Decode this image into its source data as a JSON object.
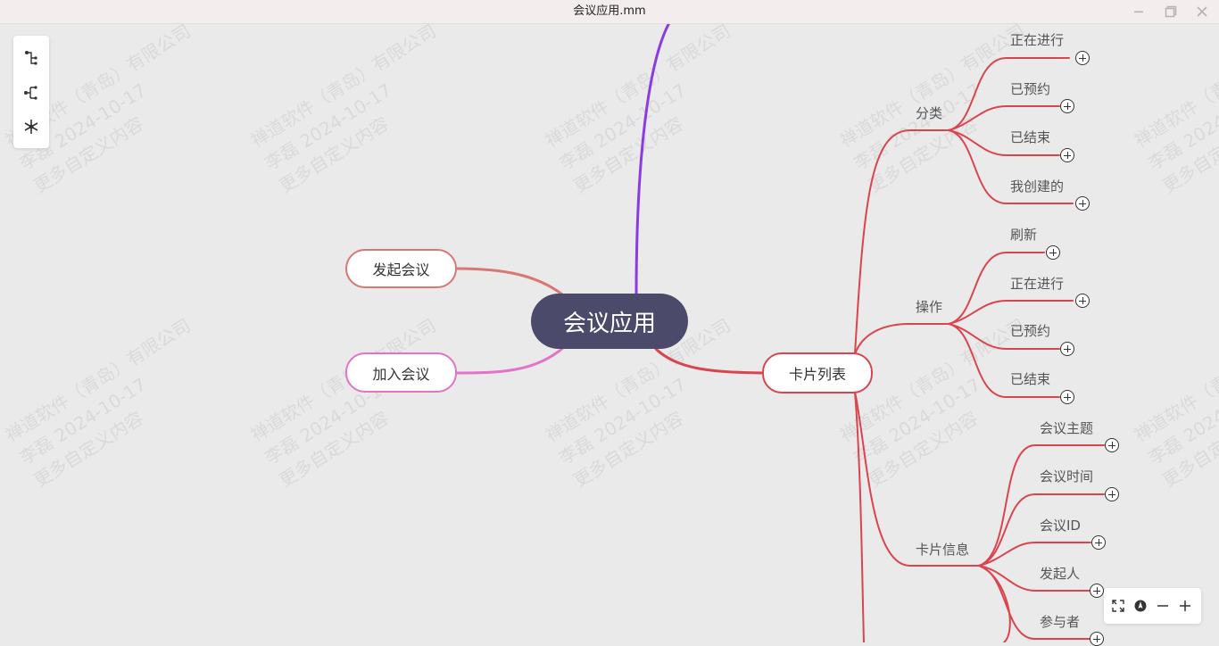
{
  "window": {
    "title": "会议应用.mm"
  },
  "watermark": {
    "lines": [
      "禅道软件（青岛）有限公司",
      "李磊 2024-10-17",
      "更多自定义内容"
    ]
  },
  "mindmap": {
    "root": "会议应用",
    "left_nodes": [
      "发起会议",
      "加入会议"
    ],
    "right_node": "卡片列表",
    "branches": {
      "category": {
        "label": "分类",
        "items": [
          "正在进行",
          "已预约",
          "已结束",
          "我创建的"
        ]
      },
      "operation": {
        "label": "操作",
        "items": [
          "刷新",
          "正在进行",
          "已预约",
          "已结束"
        ]
      },
      "card_info": {
        "label": "卡片信息",
        "items": [
          "会议主题",
          "会议时间",
          "会议ID",
          "发起人",
          "参与者"
        ]
      }
    }
  },
  "colors": {
    "background": "#ebeaea",
    "root": "#4b4a6a",
    "red_branch": "#d9454f",
    "salmon_branch": "#d87773",
    "pink_branch": "#e173c8",
    "purple_branch": "#8a3ce0"
  },
  "icons": {
    "layout_right": "layout-right-icon",
    "layout_both": "layout-both-icon",
    "layout_radial": "layout-radial-icon",
    "fit": "fit-screen-icon",
    "locate": "locate-icon",
    "zoom_out": "zoom-out-icon",
    "zoom_in": "zoom-in-icon"
  }
}
